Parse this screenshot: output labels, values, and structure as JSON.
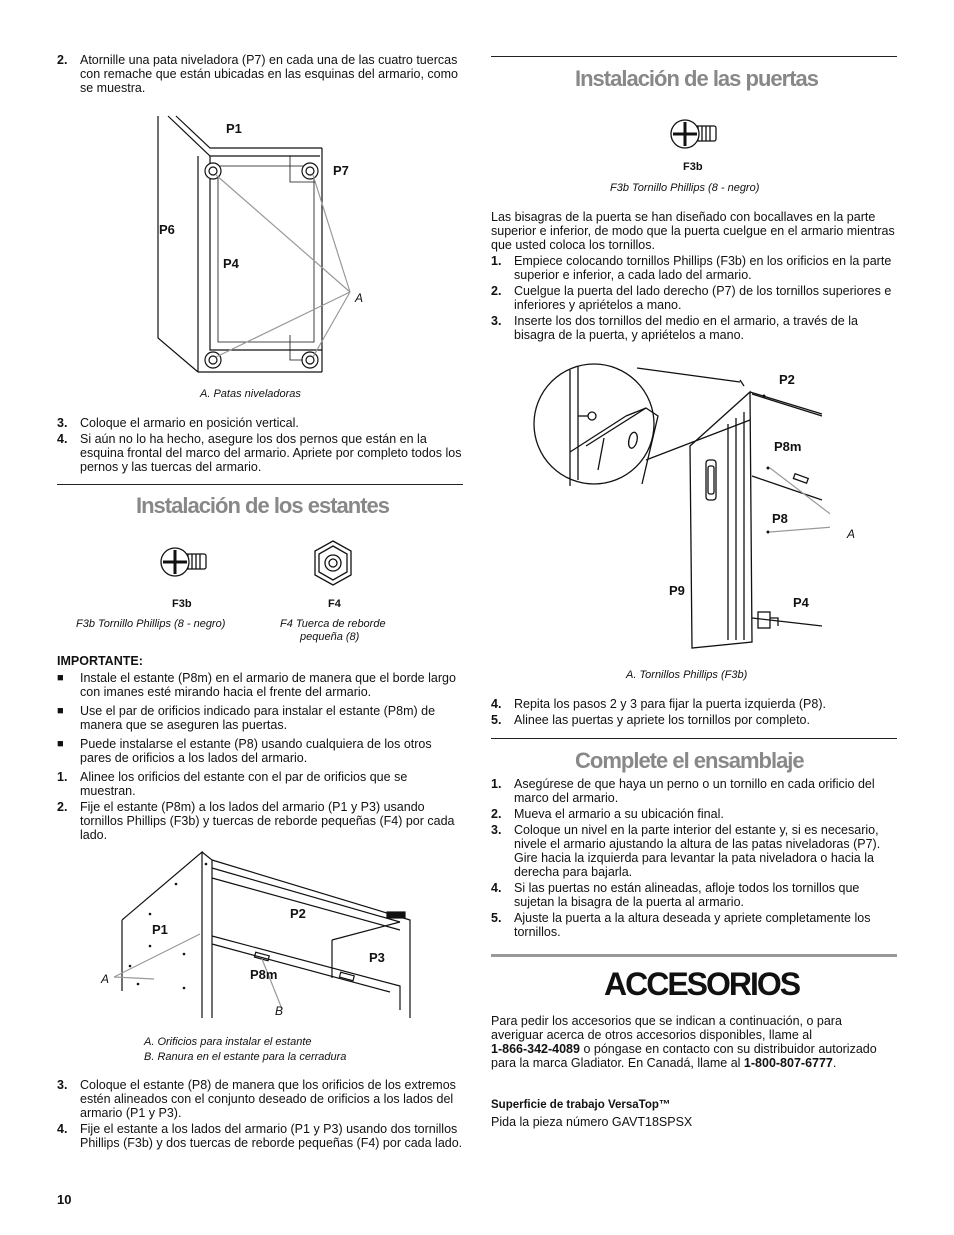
{
  "page_number": "10",
  "left": {
    "intro_steps": [
      {
        "num": "2.",
        "text": "Atornille una pata niveladora (P7) en cada una de las cuatro tuercas con remache que están ubicadas en las esquinas del armario, como se muestra."
      }
    ],
    "fig1": {
      "labels": {
        "p1": "P1",
        "p7": "P7",
        "p6": "P6",
        "p4": "P4",
        "a": "A"
      },
      "caption": "A. Patas niveladoras"
    },
    "steps_b": [
      {
        "num": "3.",
        "text": "Coloque el armario en posición vertical."
      },
      {
        "num": "4.",
        "text": "Si aún no lo ha hecho, asegure los dos pernos que están en la esquina frontal del marco del armario. Apriete por completo todos los pernos y las tuercas del armario."
      }
    ],
    "shelves_heading": "Instalación de los estantes",
    "parts": {
      "f3b_label": "F3b",
      "f4_label": "F4",
      "f3b_caption": "F3b   Tornillo Phillips (8 - negro)",
      "f4_caption_1": "F4  Tuerca de reborde",
      "f4_caption_2": "pequeña (8)"
    },
    "important_label": "IMPORTANTE:",
    "important_bullets": [
      "Instale el estante (P8m) en el armario de manera que el borde largo con imanes esté mirando hacia el frente del armario.",
      "Use el par de orificios indicado para instalar el estante (P8m) de manera que se aseguren las puertas.",
      "Puede instalarse el estante (P8) usando cualquiera de los otros pares de orificios a los lados del armario."
    ],
    "shelf_steps": [
      {
        "num": "1.",
        "text": "Alinee los orificios del estante con el par de orificios que se muestran."
      },
      {
        "num": "2.",
        "text": "Fije el estante (P8m) a los lados del armario (P1 y P3) usando tornillos Phillips (F3b) y tuercas de reborde pequeñas (F4) por cada lado."
      }
    ],
    "fig2": {
      "labels": {
        "p1": "P1",
        "p2": "P2",
        "p3": "P3",
        "p8m": "P8m",
        "a": "A",
        "b": "B"
      },
      "caption_a": "A. Orificios para instalar el estante",
      "caption_b": "B. Ranura en el estante para la cerradura"
    },
    "shelf_steps_2": [
      {
        "num": "3.",
        "text": "Coloque el estante (P8) de manera que los orificios de los extremos estén alineados con el conjunto deseado de orificios a los lados del armario (P1 y P3)."
      },
      {
        "num": "4.",
        "text": "Fije el estante a los lados del armario (P1 y P3) usando dos tornillos Phillips (F3b) y dos tuercas de reborde pequeñas (F4) por cada lado."
      }
    ]
  },
  "right": {
    "doors_heading": "Instalación de las puertas",
    "door_part": {
      "label": "F3b",
      "caption": "F3b Tornillo Phillips (8 - negro)"
    },
    "doors_intro": "Las bisagras de la puerta se han diseñado con bocallaves en la parte superior e inferior, de modo que la puerta cuelgue en el armario mientras que usted coloca los tornillos.",
    "door_steps": [
      {
        "num": "1.",
        "text": "Empiece colocando tornillos Phillips (F3b) en los orificios en la parte superior e inferior, a cada lado del armario."
      },
      {
        "num": "2.",
        "text": "Cuelgue la puerta del lado derecho (P7) de los tornillos superiores e inferiores y apriételos a mano."
      },
      {
        "num": "3.",
        "text": "Inserte los dos tornillos del medio en el armario, a través de la bisagra de la puerta, y apriételos a mano."
      }
    ],
    "fig3": {
      "labels": {
        "p2": "P2",
        "p8m": "P8m",
        "p8": "P8",
        "a": "A",
        "p9": "P9",
        "p4": "P4"
      },
      "caption": "A. Tornillos Phillips (F3b)"
    },
    "door_steps_2": [
      {
        "num": "4.",
        "text": "Repita los pasos 2 y 3 para fijar la puerta izquierda (P8)."
      },
      {
        "num": "5.",
        "text": "Alinee las puertas y apriete los tornillos por completo."
      }
    ],
    "complete_heading": "Complete el ensamblaje",
    "complete_steps": [
      {
        "num": "1.",
        "text": "Asegúrese de que haya un perno o un tornillo en cada orificio del marco del armario."
      },
      {
        "num": "2.",
        "text": "Mueva el armario a su ubicación final."
      },
      {
        "num": "3.",
        "text": "Coloque un nivel en la parte interior del estante y, si es necesario, nivele el armario ajustando la altura de las patas niveladoras (P7). Gire hacia la izquierda para levantar la pata niveladora o hacia la derecha para bajarla."
      },
      {
        "num": "4.",
        "text": "Si las puertas no están alineadas, afloje todos los tornillos que sujetan la bisagra de la puerta al armario."
      },
      {
        "num": "5.",
        "text": "Ajuste la puerta a la altura deseada y apriete completamente los tornillos."
      }
    ],
    "accessories_heading": "ACCESORIOS",
    "accessories_text_1": "Para pedir los accesorios que se indican a continuación, o para averiguar acerca de otros accesorios disponibles, llame al",
    "phone_us": "1-866-342-4089",
    "accessories_text_2": " o póngase en contacto con su distribuidor autorizado para la marca Gladiator. En Canadá, llame al ",
    "phone_ca": "1-800-807-6777",
    "accessories_text_end": ".",
    "product_title": "Superficie de trabajo VersaTop™",
    "product_text": "Pida la pieza número GAVT18SPSX"
  }
}
